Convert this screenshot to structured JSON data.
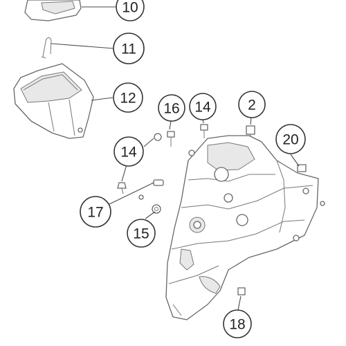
{
  "colors": {
    "highlight": "#e87722",
    "callout_stroke": "#333333",
    "part_stroke": "#666666"
  },
  "callouts": {
    "c10": "10",
    "c11": "11",
    "c12": "12",
    "c16": "16",
    "c14a": "14",
    "c2": "2",
    "c20": "20",
    "c14b": "14",
    "c17": "17",
    "c15": "15",
    "c18": "18"
  },
  "highlighted_callout": "11"
}
